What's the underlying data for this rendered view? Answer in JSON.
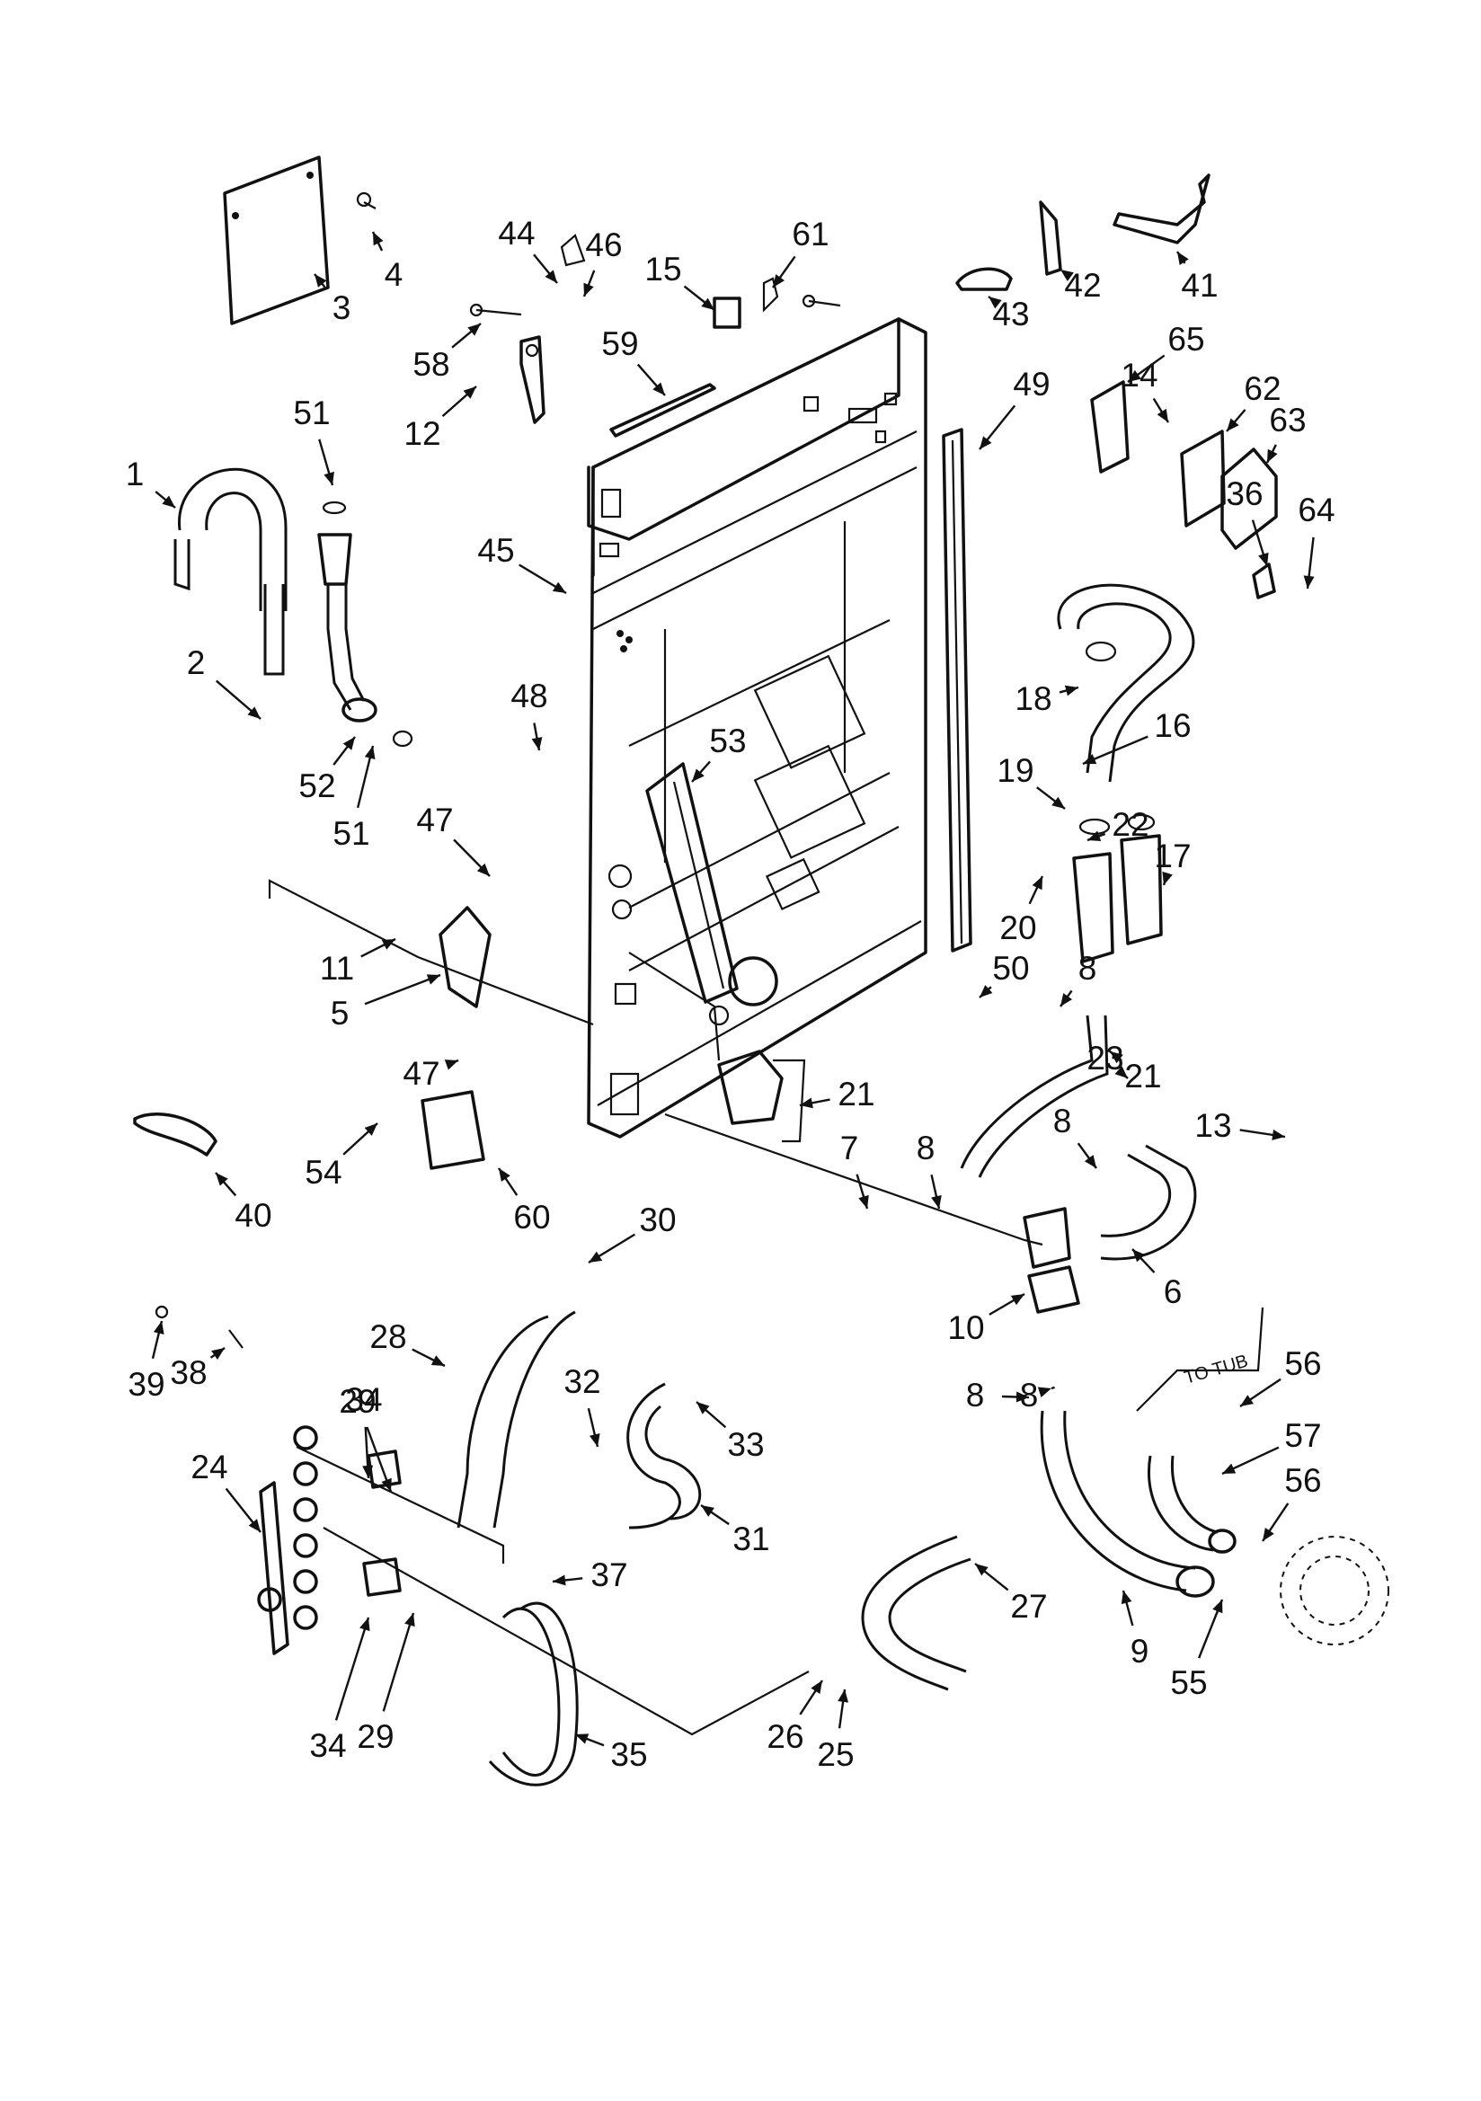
{
  "note_label": "TO TUB",
  "callouts": [
    {
      "text": "1"
    },
    {
      "text": "2"
    },
    {
      "text": "3"
    },
    {
      "text": "4"
    },
    {
      "text": "5"
    },
    {
      "text": "6"
    },
    {
      "text": "7"
    },
    {
      "text": "8"
    },
    {
      "text": "8"
    },
    {
      "text": "8"
    },
    {
      "text": "8"
    },
    {
      "text": "8"
    },
    {
      "text": "9"
    },
    {
      "text": "10"
    },
    {
      "text": "11"
    },
    {
      "text": "12"
    },
    {
      "text": "13"
    },
    {
      "text": "14"
    },
    {
      "text": "15"
    },
    {
      "text": "16"
    },
    {
      "text": "17"
    },
    {
      "text": "18"
    },
    {
      "text": "19"
    },
    {
      "text": "20"
    },
    {
      "text": "21"
    },
    {
      "text": "21"
    },
    {
      "text": "22"
    },
    {
      "text": "23"
    },
    {
      "text": "24"
    },
    {
      "text": "25"
    },
    {
      "text": "26"
    },
    {
      "text": "27"
    },
    {
      "text": "28"
    },
    {
      "text": "29"
    },
    {
      "text": "29"
    },
    {
      "text": "30"
    },
    {
      "text": "31"
    },
    {
      "text": "32"
    },
    {
      "text": "33"
    },
    {
      "text": "34"
    },
    {
      "text": "34"
    },
    {
      "text": "35"
    },
    {
      "text": "36"
    },
    {
      "text": "37"
    },
    {
      "text": "38"
    },
    {
      "text": "39"
    },
    {
      "text": "40"
    },
    {
      "text": "41"
    },
    {
      "text": "42"
    },
    {
      "text": "43"
    },
    {
      "text": "44"
    },
    {
      "text": "45"
    },
    {
      "text": "46"
    },
    {
      "text": "47"
    },
    {
      "text": "47"
    },
    {
      "text": "48"
    },
    {
      "text": "49"
    },
    {
      "text": "50"
    },
    {
      "text": "51"
    },
    {
      "text": "51"
    },
    {
      "text": "52"
    },
    {
      "text": "53"
    },
    {
      "text": "54"
    },
    {
      "text": "55"
    },
    {
      "text": "56"
    },
    {
      "text": "56"
    },
    {
      "text": "57"
    },
    {
      "text": "58"
    },
    {
      "text": "59"
    },
    {
      "text": "60"
    },
    {
      "text": "61"
    },
    {
      "text": "62"
    },
    {
      "text": "63"
    },
    {
      "text": "64"
    },
    {
      "text": "65"
    }
  ]
}
